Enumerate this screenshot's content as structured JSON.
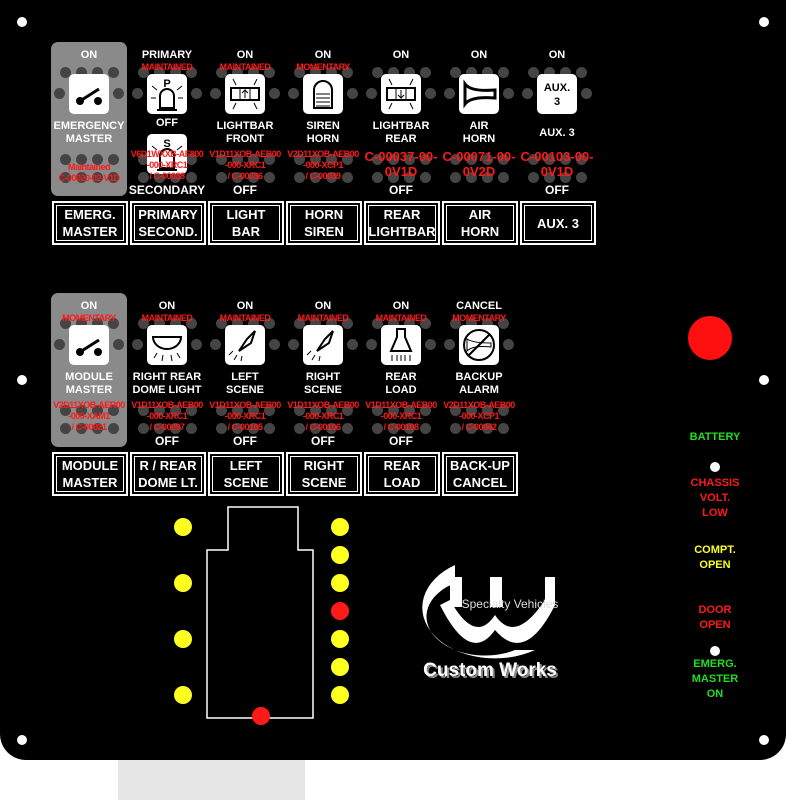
{
  "colors": {
    "green": "#22dd22",
    "red": "#ff1a1a",
    "yellow": "#ffff22"
  },
  "top_row": [
    {
      "state_on": "ON",
      "label": [
        "EMERGENCY",
        "MASTER"
      ],
      "code": [
        "Maintained",
        "C-00020-02-V1D"
      ],
      "state_off": "",
      "button": [
        "EMERG.",
        "MASTER"
      ],
      "icon": "switch-icon",
      "highlight": true
    },
    {
      "state_on": "PRIMARY",
      "mode": "MAINTAINED",
      "middle": "OFF",
      "code": [
        "V6D1WXXB-AF800",
        "-000-XRC1",
        "/ C-00038"
      ],
      "state_off": "SECONDARY",
      "button": [
        "PRIMARY",
        "SECOND."
      ],
      "icon": "primary-light-icon",
      "icon2": "secondary-light-icon"
    },
    {
      "state_on": "ON",
      "mode": "MAINTAINED",
      "label": [
        "LIGHTBAR",
        "FRONT"
      ],
      "code": [
        "V1D11XOB-AEB00",
        "-000-XRC1",
        "/ C-00036"
      ],
      "state_off": "OFF",
      "button": [
        "LIGHT",
        "BAR"
      ],
      "icon": "lightbar-front-icon"
    },
    {
      "state_on": "ON",
      "mode": "MOMENTARY",
      "label": [
        "SIREN",
        "HORN"
      ],
      "code": [
        "V2D11XOB-AEB00",
        "-000-XCP1",
        "/ C-00039"
      ],
      "state_off": "",
      "button": [
        "HORN",
        "SIREN"
      ],
      "icon": "siren-icon"
    },
    {
      "state_on": "ON",
      "label": [
        "LIGHTBAR",
        "REAR"
      ],
      "codebig": [
        "C-00037-00-",
        "0V1D"
      ],
      "state_off": "OFF",
      "button": [
        "REAR",
        "LIGHTBAR"
      ],
      "icon": "lightbar-rear-icon"
    },
    {
      "state_on": "ON",
      "label": [
        "AIR",
        "HORN"
      ],
      "codebig": [
        "C-00071-00-",
        "0V2D"
      ],
      "state_off": "",
      "button": [
        "AIR",
        "HORN"
      ],
      "icon": "air-horn-icon"
    },
    {
      "state_on": "ON",
      "label": [
        "AUX. 3"
      ],
      "codebig": [
        "C-00103-00-",
        "0V1D"
      ],
      "state_off": "OFF",
      "button": [
        "AUX. 3"
      ],
      "icon": "aux3-icon",
      "icon_text": "AUX. 3"
    }
  ],
  "bottom_row": [
    {
      "state_on": "ON",
      "mode": "MOMENTARY",
      "label": [
        "MODULE",
        "MASTER"
      ],
      "code": [
        "V2D11XOB-AER00",
        "-000-XAM1",
        "/ C-00021"
      ],
      "state_off": "",
      "button": [
        "MODULE",
        "MASTER"
      ],
      "icon": "switch-icon",
      "highlight": true
    },
    {
      "state_on": "ON",
      "mode": "MAINTAINED",
      "label": [
        "RIGHT REAR",
        "DOME LIGHT"
      ],
      "code": [
        "V1D11XOB-AEB00",
        "-000-XRC1",
        "/ C-00097"
      ],
      "state_off": "OFF",
      "button": [
        "R / REAR",
        "DOME LT."
      ],
      "icon": "dome-light-icon"
    },
    {
      "state_on": "ON",
      "mode": "MAINTAINED",
      "label": [
        "LEFT",
        "SCENE"
      ],
      "code": [
        "V1D11XOB-AEB00",
        "-000-XRC1",
        "/ C-00105"
      ],
      "state_off": "OFF",
      "button": [
        "LEFT",
        "SCENE"
      ],
      "icon": "scene-light-icon"
    },
    {
      "state_on": "ON",
      "mode": "MAINTAINED",
      "label": [
        "RIGHT",
        "SCENE"
      ],
      "code": [
        "V1D11XOB-AEB00",
        "-000-XRC1",
        "/ C-00106"
      ],
      "state_off": "OFF",
      "button": [
        "RIGHT",
        "SCENE"
      ],
      "icon": "scene-light-icon"
    },
    {
      "state_on": "ON",
      "mode": "MAINTAINED",
      "label": [
        "REAR",
        "LOAD"
      ],
      "code": [
        "V1D11XOB-AEB00",
        "-000-XRC1",
        "/ C-00108"
      ],
      "state_off": "OFF",
      "button": [
        "REAR",
        "LOAD"
      ],
      "icon": "load-light-icon"
    },
    {
      "state_on": "CANCEL",
      "mode": "MOMENTARY",
      "label": [
        "BACKUP",
        "ALARM"
      ],
      "code": [
        "V2D11XOB-AEB00",
        "-000-XCP1",
        "/ C-00042"
      ],
      "state_off": "",
      "button": [
        "BACK-UP",
        "CANCEL"
      ],
      "icon": "no-horn-icon"
    }
  ],
  "indicators": [
    {
      "label": [
        "BATTERY"
      ],
      "color": "#22dd22"
    },
    {
      "label": [
        "CHASSIS",
        "VOLT.",
        "LOW"
      ],
      "color": "#ff1a1a"
    },
    {
      "label": [
        "COMPT.",
        "OPEN"
      ],
      "color": "#ffff22"
    },
    {
      "label": [
        "DOOR",
        "OPEN"
      ],
      "color": "#ff1a1a"
    },
    {
      "label": [
        "EMERG.",
        "MASTER",
        "ON"
      ],
      "color": "#22dd22"
    }
  ],
  "logo": {
    "tagline": "Specialty Vehicles",
    "name": "Custom Works"
  }
}
